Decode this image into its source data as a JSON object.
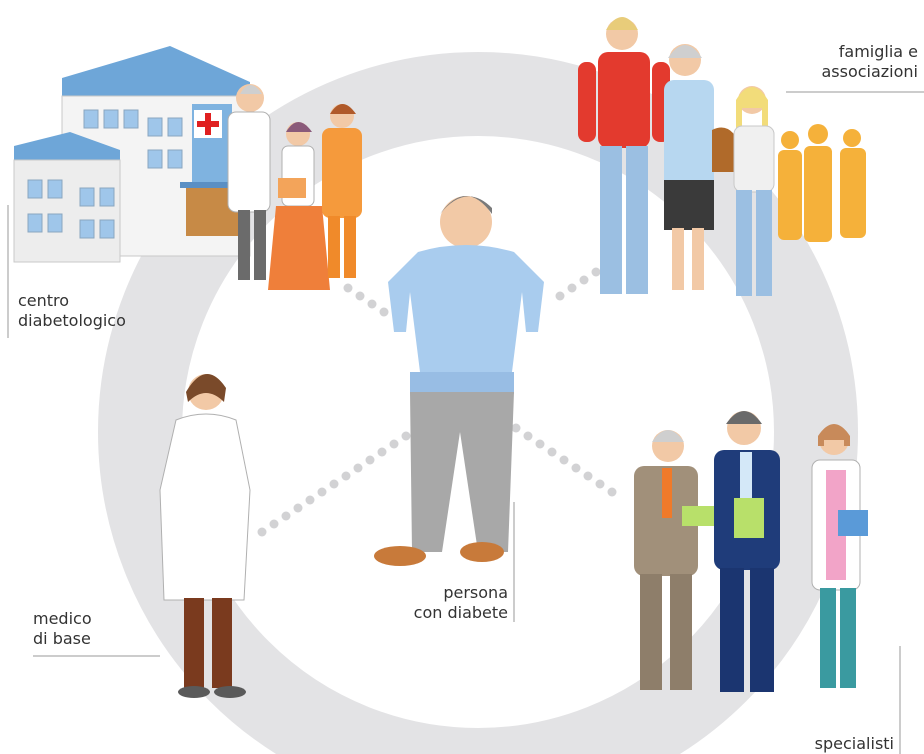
{
  "labels": {
    "center": {
      "line1": "persona",
      "line2": "con diabete"
    },
    "top_left": {
      "line1": "centro",
      "line2": "diabetologico"
    },
    "top_right": {
      "line1": "famiglia e",
      "line2": "associazioni"
    },
    "bottom_left": {
      "line1": "medico",
      "line2": "di base"
    },
    "bottom_right": {
      "line1": "specialisti"
    }
  },
  "colors": {
    "ring": "#e3e3e5",
    "dots": "#d2d2d4",
    "rule": "#9a9a9a",
    "text": "#333333"
  }
}
